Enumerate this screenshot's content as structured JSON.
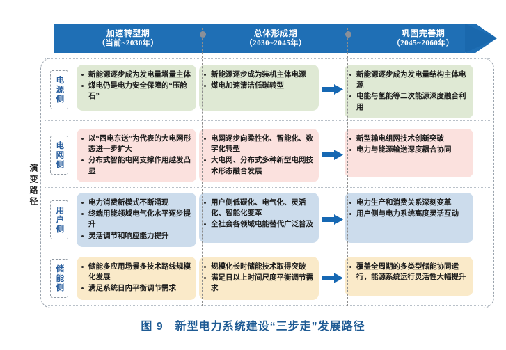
{
  "figure": {
    "caption": "图 9　新型电力系统建设“三步走”发展路径",
    "axis_label": "演变路径",
    "colors": {
      "banner": "#1f6fb5",
      "banner_dark": "#155a96",
      "arrow": "#1668b3",
      "caption": "#1f5b94",
      "source_card": "#dfe9d4",
      "grid_card": "#fbe1de",
      "user_card": "#ccdcec",
      "storage_card": "#faeac9",
      "label_text": "#2a5f9e",
      "divider": "#8d8d8d",
      "dot": "#8a9099"
    }
  },
  "phases": [
    {
      "name": "加速转型期",
      "range": "（当前~2030年）"
    },
    {
      "name": "总体形成期",
      "range": "（2030~2045年）"
    },
    {
      "name": "巩固完善期",
      "range": "（2045~2060年）"
    }
  ],
  "rows": [
    {
      "side_label": "电源侧",
      "color": "#dfe9d4",
      "cells": [
        {
          "items": [
            "新能源逐步成为发电量增量主体",
            "煤电仍是电力安全保障的“压舱石”"
          ]
        },
        {
          "items": [
            "新能源逐步成为装机主体电源",
            "煤电加速清洁低碳转型"
          ]
        },
        {
          "items": [
            "新能源逐步成为发电量结构主体电源",
            "电能与氢能等二次能源深度融合利用"
          ]
        }
      ]
    },
    {
      "side_label": "电网侧",
      "color": "#fbe1de",
      "cells": [
        {
          "items": [
            "以“西电东送”为代表的大电网形态进一步扩大",
            "分布式智能电网支撑作用越发凸显"
          ]
        },
        {
          "items": [
            "电网逐步向柔性化、智能化、数字化转型",
            "大电网、分布式多种新型电网技术形态融合发展"
          ]
        },
        {
          "items": [
            "新型输电组网技术创新突破",
            "电力与能源输送深度耦合协同"
          ]
        }
      ]
    },
    {
      "side_label": "用户侧",
      "color": "#ccdcec",
      "cells": [
        {
          "items": [
            "电力消费新模式不断涌现",
            "终端用能领域电气化水平逐步提升",
            "灵活调节和响应能力提升"
          ]
        },
        {
          "items": [
            "用户侧低碳化、电气化、灵活化、智能化变革",
            "全社会各领域电能替代广泛普及"
          ]
        },
        {
          "items": [
            "电力生产和消费关系深刻变革",
            "用户侧与电力系统高度灵活互动"
          ]
        }
      ]
    },
    {
      "side_label": "储能侧",
      "color": "#faeac9",
      "cells": [
        {
          "items": [
            "储能多应用场景多技术路线规模化发展",
            "满足系统日内平衡调节需求"
          ]
        },
        {
          "items": [
            "规模化长时储能技术取得突破",
            "满足日以上时间尺度平衡调节需求"
          ]
        },
        {
          "items": [
            "覆盖全周期的多类型储能协同运行，能源系统运行灵活性大幅提升"
          ]
        }
      ]
    }
  ]
}
